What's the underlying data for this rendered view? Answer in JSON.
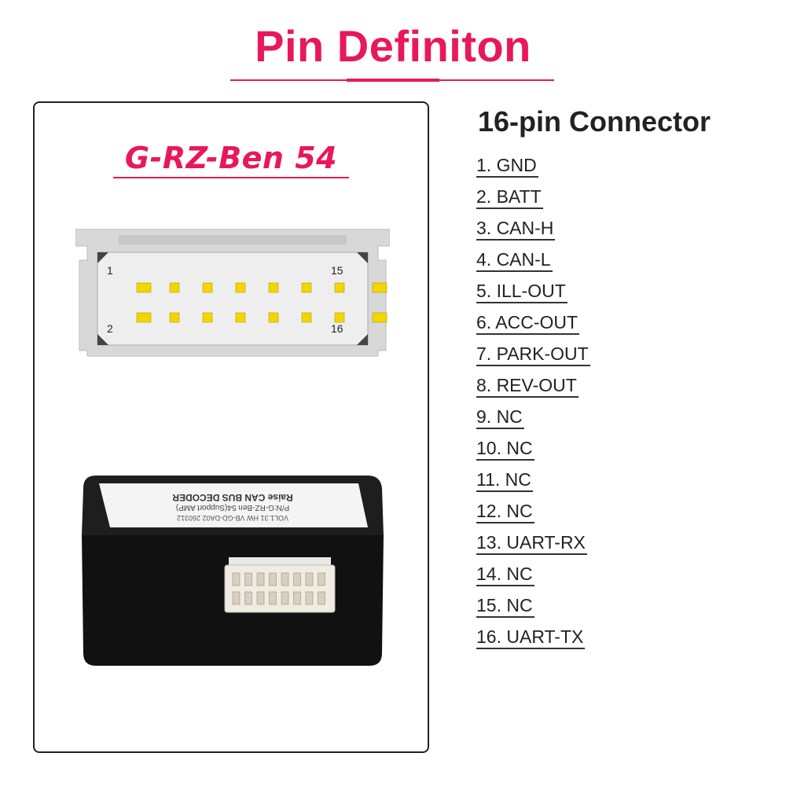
{
  "header": {
    "title": "Pin Definiton"
  },
  "colors": {
    "accent": "#e8185a",
    "pin": "#f2d600",
    "housing": "#d8d8d8",
    "housing_inner": "#eeeeee",
    "decoder_body": "#1e1e1e",
    "label_sticker": "#f4f4f4"
  },
  "device": {
    "model": "G-RZ-Ben 54",
    "connector": {
      "pins_per_row": 8,
      "labels": {
        "top_left": "1",
        "top_right": "15",
        "bottom_left": "2",
        "bottom_right": "16"
      }
    },
    "sticker_lines": [
      "Raise CAN BUS DECODER",
      "P/N:G-RZ-Ben 54(Support AMP)",
      "VOL1.31  HW VB-GD-DA02  260312"
    ]
  },
  "pin_list": {
    "heading": "16-pin Connector",
    "items": [
      "1. GND",
      "2. BATT",
      "3. CAN-H",
      "4. CAN-L",
      "5. ILL-OUT",
      "6. ACC-OUT",
      "7. PARK-OUT",
      "8. REV-OUT",
      "9. NC",
      "10. NC",
      "11. NC",
      "12. NC",
      "13. UART-RX",
      "14. NC",
      "15. NC",
      "16. UART-TX"
    ]
  }
}
